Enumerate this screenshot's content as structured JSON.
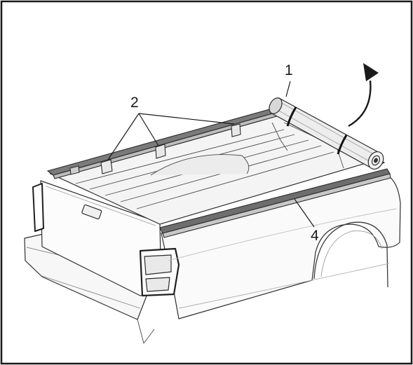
{
  "figure": {
    "kind": "technical-illustration",
    "subject": "pickup-truck-bed-with-rolled-tonneau-cover",
    "callouts": {
      "c1": "1",
      "c2": "2",
      "c4": "4"
    },
    "icons": {
      "roll_direction": "curved-arrow-icon"
    },
    "colors": {
      "line": "#2a2a2a",
      "fill_light": "#f6f6f6",
      "rail": "#6e6e6e",
      "roll": "#e9e9e9"
    }
  }
}
